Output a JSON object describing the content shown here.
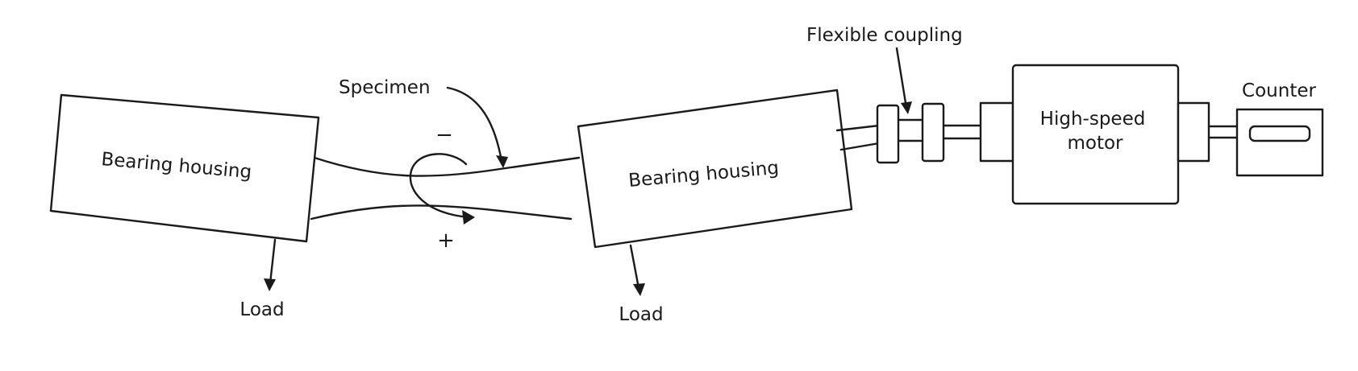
{
  "diagram": {
    "labels": {
      "left_housing": "Bearing housing",
      "right_housing": "Bearing housing",
      "specimen": "Specimen",
      "flexible_coupling": "Flexible coupling",
      "motor_line1": "High-speed",
      "motor_line2": "motor",
      "counter": "Counter",
      "load_left": "Load",
      "load_right": "Load",
      "minus_sign": "−",
      "plus_sign": "+"
    },
    "colors": {
      "ink": "#1a1a1a",
      "background": "#ffffff"
    }
  }
}
